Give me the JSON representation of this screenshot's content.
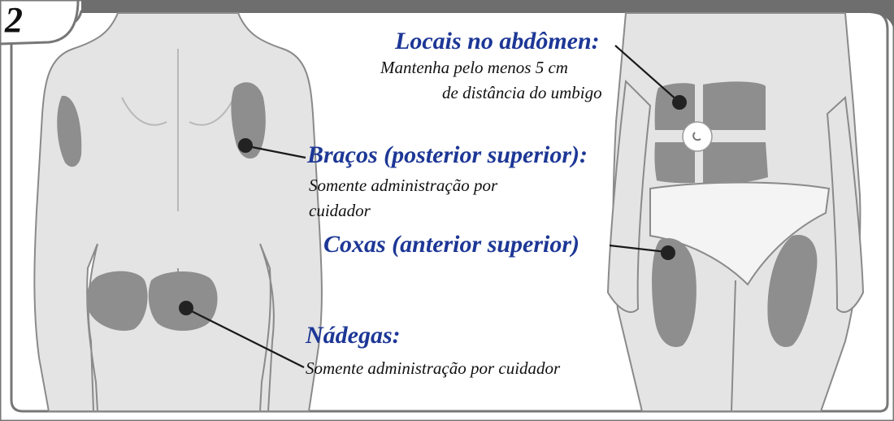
{
  "step_number": "2",
  "colors": {
    "title_blue": "#1d3796",
    "skin": "#e2e2e2",
    "outline": "#8a8a8a",
    "site_gray": "#8e8e8e",
    "frame": "#7a7a7a"
  },
  "labels": {
    "abdomen": {
      "title": "Locais no abdômen:",
      "line1": "Mantenha pelo menos 5 cm",
      "line2": "de distância do umbigo"
    },
    "arms": {
      "title": "Braços (posterior superior):",
      "line1": "Somente administração por",
      "line2": "cuidador"
    },
    "thighs": {
      "title": "Coxas (anterior superior)"
    },
    "buttocks": {
      "title": "Nádegas:",
      "line1": "Somente administração por cuidador"
    }
  }
}
